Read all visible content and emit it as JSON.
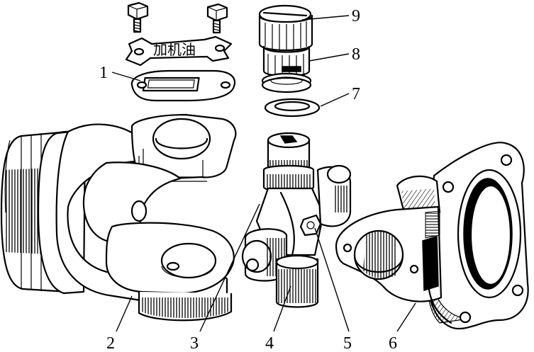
{
  "diagram": {
    "plate_text": "加机油",
    "callouts": [
      {
        "id": "1",
        "label": "1"
      },
      {
        "id": "2",
        "label": "2"
      },
      {
        "id": "3",
        "label": "3"
      },
      {
        "id": "4",
        "label": "4"
      },
      {
        "id": "5",
        "label": "5"
      },
      {
        "id": "6",
        "label": "6"
      },
      {
        "id": "7",
        "label": "7"
      },
      {
        "id": "8",
        "label": "8"
      },
      {
        "id": "9",
        "label": "9"
      }
    ]
  }
}
